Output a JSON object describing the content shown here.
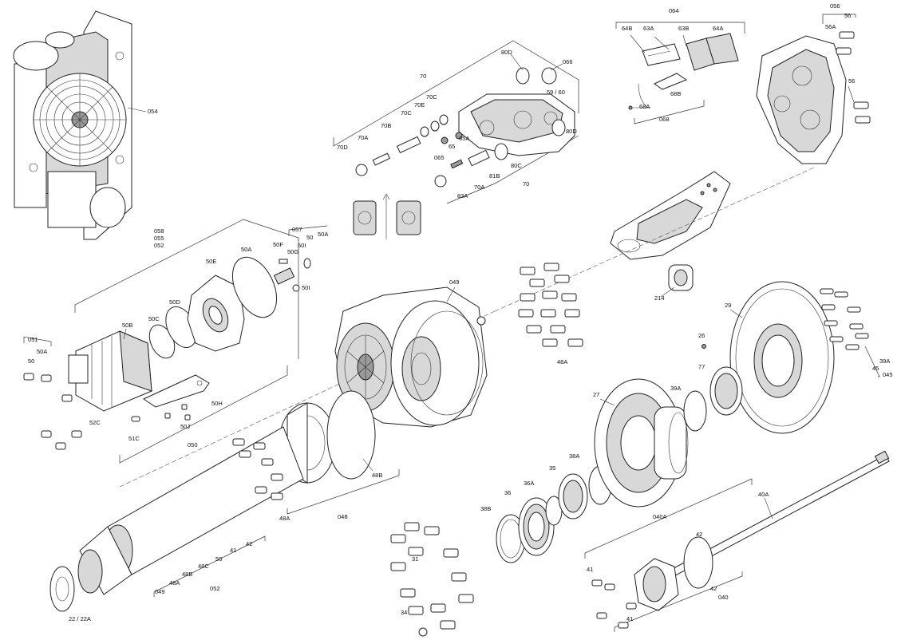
{
  "labels": {
    "l054": "054",
    "l056": "056",
    "l56a": "56A",
    "l56": "56",
    "l56b": "56",
    "l064": "064",
    "l64b": "64B",
    "l63a": "63A",
    "l63b": "63B",
    "l64a": "64A",
    "l68a": "68A",
    "l68b": "68B",
    "l068": "068",
    "l70": "70",
    "l80d": "80D",
    "l066": "066",
    "l59_60": "59 / 60",
    "l70c1": "70C",
    "l70c2": "70C",
    "l70e": "70E",
    "l70b": "70B",
    "l70a1": "70A",
    "l70d": "70D",
    "l65": "65",
    "l65a": "65A",
    "l065": "065",
    "l80d2": "80D",
    "l80c": "80C",
    "l81b": "81B",
    "l70a2": "70A",
    "l83a": "83A",
    "l70b2": "70",
    "l058": "058",
    "l055": "055",
    "l052": "052",
    "l057": "057",
    "l50": "50",
    "l50a": "50A",
    "l50f": "50F",
    "l50i": "50I",
    "l50g": "50G",
    "l50i2": "50I",
    "l50e": "50E",
    "l50a2": "50A",
    "l50d": "50D",
    "l50c": "50C",
    "l50b": "50B",
    "l051": "051",
    "l50a3": "50A",
    "l50b2": "50",
    "l52c": "52C",
    "l51c": "51C",
    "l50j": "50J",
    "l50h": "50H",
    "l050": "050",
    "l049": "049",
    "l48a": "48A",
    "l214": "214",
    "l29": "29",
    "l26": "26",
    "l77": "77",
    "l39a": "39A",
    "l39a2": "39A",
    "l45": "45",
    "l045": "045",
    "l27": "27",
    "l38a": "38A",
    "l35": "35",
    "l36a": "36A",
    "l36": "36",
    "l38b": "38B",
    "l48b": "48B",
    "l48a2": "48A",
    "l048": "048",
    "l31": "31",
    "l34": "34",
    "l040a": "040A",
    "l40a": "40A",
    "l42": "42",
    "l42b": "42",
    "l040": "040",
    "l41": "41",
    "l41b": "41",
    "l42c": "42",
    "l41c": "41",
    "l50c2": "50",
    "l48c": "48C",
    "l48b2": "48B",
    "l48a3": "48A",
    "l049b": "049",
    "l052b": "052",
    "l22": "22 / 22A"
  }
}
